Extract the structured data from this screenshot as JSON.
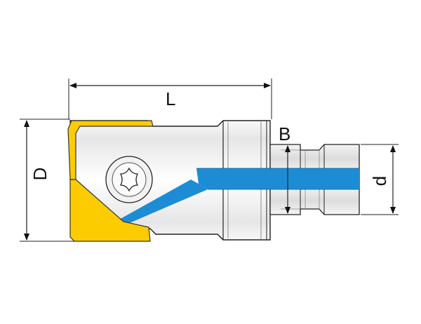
{
  "labels": {
    "length": "L",
    "diameter": "D",
    "bore": "B",
    "shank": "d"
  },
  "colors": {
    "insert": "#FCCB00",
    "coolant": "#1C8DD4",
    "outline": "#222222",
    "body_shading": "#eeeeee"
  },
  "icons": {
    "screw": "torx-screw-icon"
  }
}
